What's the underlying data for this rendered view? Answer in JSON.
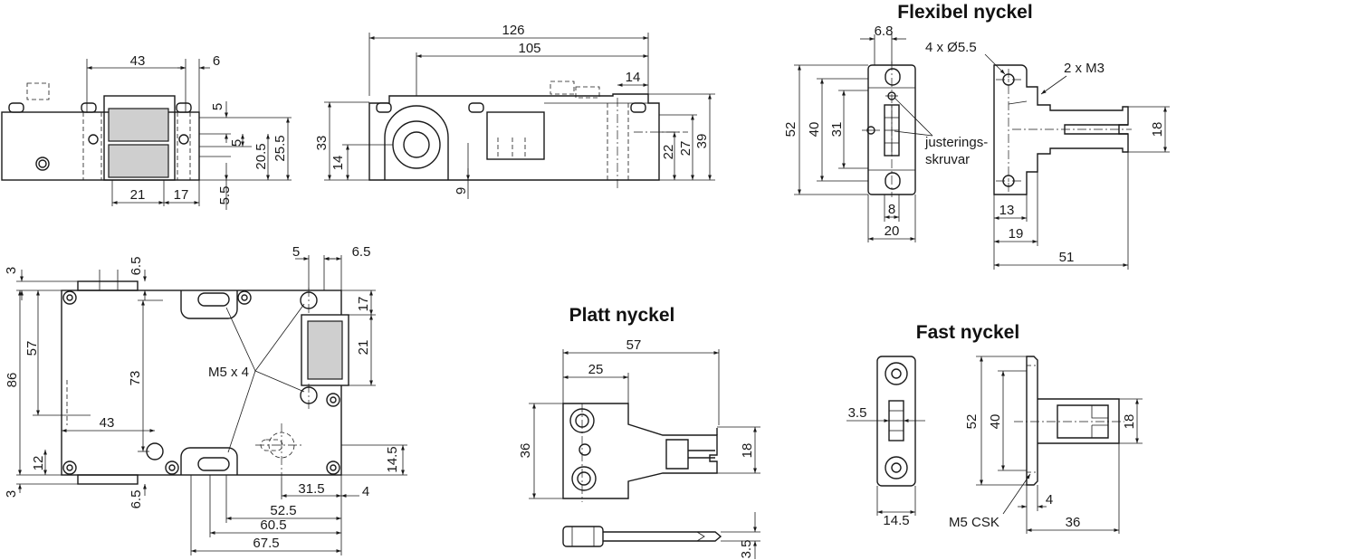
{
  "titles": {
    "flexibel": "Flexibel nyckel",
    "platt": "Platt nyckel",
    "fast": "Fast nyckel"
  },
  "notes": {
    "holes": "4 x Ø5.5",
    "threads": "2 x M3",
    "adjust_1": "justerings-",
    "adjust_2": "skruvar",
    "m5x4": "M5 x 4",
    "m5csk": "M5 CSK"
  },
  "front_view": {
    "d43": "43",
    "d6": "6",
    "d5a": "5",
    "d5b": "5",
    "d20_5": "20.5",
    "d25_5": "25.5",
    "d21": "21",
    "d17": "17",
    "d5_5": "5.5"
  },
  "side_view": {
    "d126": "126",
    "d105": "105",
    "d14a": "14",
    "d33": "33",
    "d14b": "14",
    "d9": "9",
    "d22": "22",
    "d27": "27",
    "d39": "39"
  },
  "top_view": {
    "d3a": "3",
    "d6_5a": "6.5",
    "d5": "5",
    "d6_5b": "6.5",
    "d57": "57",
    "d86": "86",
    "d73": "73",
    "d17": "17",
    "d21": "21",
    "d43": "43",
    "d12": "12",
    "d14_5": "14.5",
    "d3b": "3",
    "d6_5c": "6.5",
    "d31_5": "31.5",
    "d4": "4",
    "d52_5": "52.5",
    "d60_5": "60.5",
    "d67_5": "67.5"
  },
  "flexibel_key": {
    "d6_8": "6.8",
    "d52": "52",
    "d40": "40",
    "d31": "31",
    "d8": "8",
    "d20": "20",
    "d18": "18",
    "d13": "13",
    "d19": "19",
    "d51": "51"
  },
  "platt_key": {
    "d57": "57",
    "d25": "25",
    "d36": "36",
    "d18": "18",
    "d3_5": "3.5"
  },
  "fast_key": {
    "d3_5": "3.5",
    "d14_5": "14.5",
    "d52": "52",
    "d40": "40",
    "d18": "18",
    "d4": "4",
    "d36": "36"
  }
}
